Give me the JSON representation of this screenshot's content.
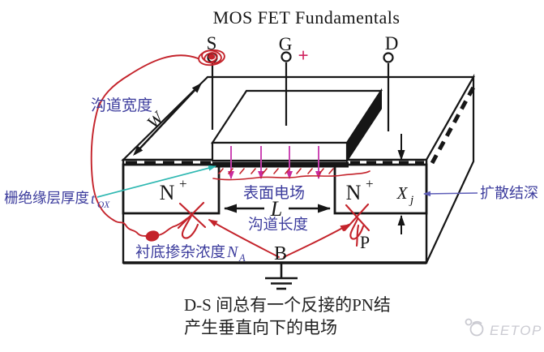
{
  "title": "MOS FET Fundamentals",
  "terminals": {
    "source": "S",
    "gate": "G",
    "drain": "D",
    "body": "B",
    "gate_bias_sign": "+"
  },
  "regions": {
    "n_plus": "N",
    "n_plus_sup": "+",
    "p": "P"
  },
  "symbols": {
    "width": "W",
    "length": "L",
    "junction_depth": "X",
    "junction_depth_sub": "j",
    "oxide_thickness": "t",
    "oxide_thickness_sub": "OX",
    "doping": "N",
    "doping_sub": "A"
  },
  "labels": {
    "channel_width": "沟道宽度",
    "gate_oxide_thickness": "栅绝缘层厚度",
    "surface_field": "表面电场",
    "channel_length": "沟道长度",
    "substrate_doping": "衬底掺杂浓度",
    "junction_depth": "扩散结深"
  },
  "caption": {
    "line1": "D-S 间总有一个反接的PN结",
    "line2": "产生垂直向下的电场"
  },
  "watermark": {
    "text": "EETOP"
  },
  "colors": {
    "ink_black": "#161616",
    "label_blue": "#3c3c9d",
    "annotation_red": "#c4232b",
    "field_magenta": "#c93fb0",
    "plus_crimson": "#d0245f",
    "pointer_teal": "#2fb8b2",
    "pointer_blue": "#5d5db8",
    "watermark_gray": "#c5c5cd"
  }
}
